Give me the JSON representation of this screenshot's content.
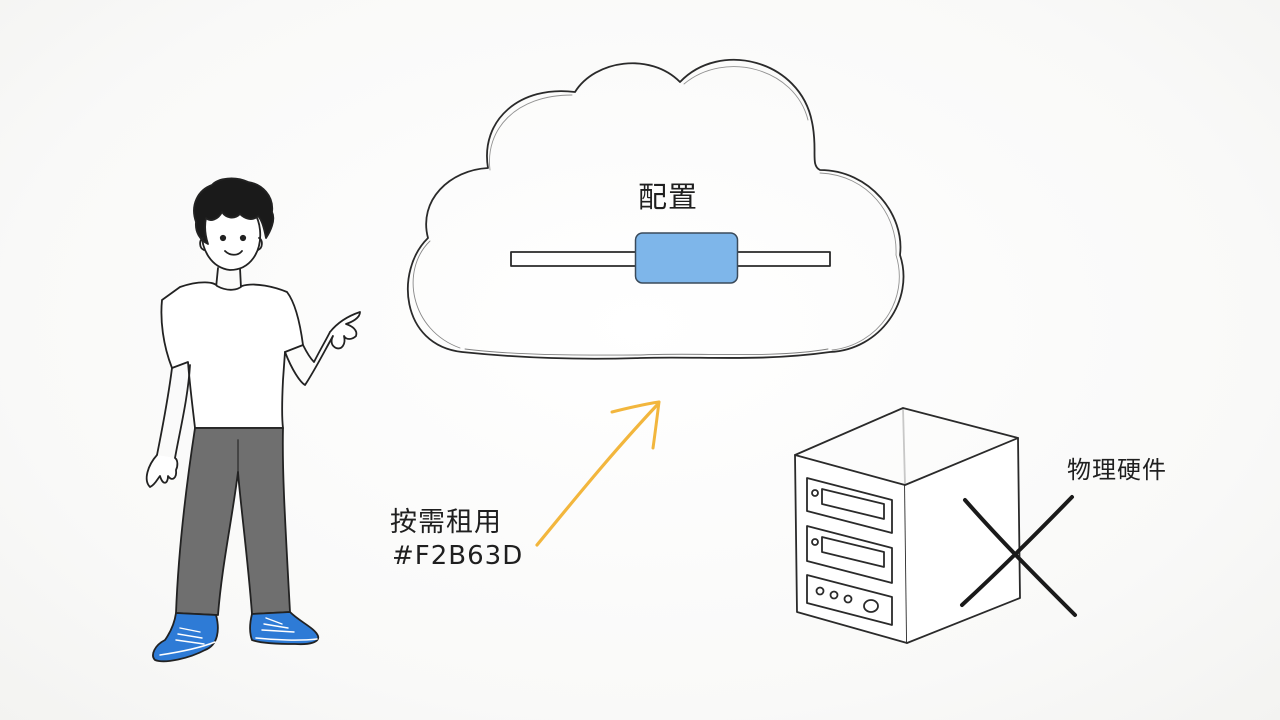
{
  "cloud": {
    "label": "配置",
    "slider_value": 0.55
  },
  "arrow": {
    "label": "按需租用",
    "color_hex_label": "#F2B63D",
    "color": "#F2B63D"
  },
  "server": {
    "label": "物理硬件",
    "crossed_out": true
  },
  "colors": {
    "slider_thumb": "#7EB6EA",
    "shirt": "#FFFFFF",
    "pants": "#6F6F6F",
    "shoes": "#2E7BD6",
    "ink": "#222222"
  }
}
